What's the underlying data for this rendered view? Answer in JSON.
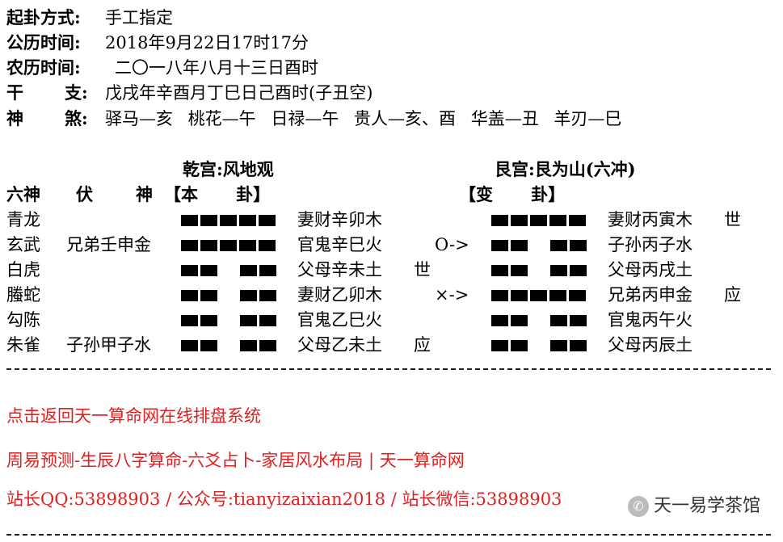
{
  "header": {
    "method_label": "起卦方式:",
    "method_value": "手工指定",
    "solar_label": "公历时间:",
    "solar_value": "2018年9月22日17时17分",
    "lunar_label": "农历时间:",
    "lunar_value": "二〇一八年八月十三日酉时",
    "ganzhi_label_a": "干",
    "ganzhi_label_b": "支:",
    "ganzhi_value": "戊戌年辛酉月丁巳日己酉时(子丑空)",
    "shensha_label_a": "神",
    "shensha_label_b": "煞:",
    "shensha_value": "驿马—亥 桃花—午 日禄—午 贵人—亥、酉 华盖—丑 羊刃—巳"
  },
  "gua": {
    "ben_title": "乾宫:风地观",
    "bian_title": "艮宫:艮为山(六冲)",
    "col_liushen": "六神",
    "col_fu": "伏",
    "col_shen": "神",
    "col_ben": "【本 卦】",
    "col_bian": "【变 卦】"
  },
  "rows": [
    {
      "liushen": "青龙",
      "fushen": "",
      "ben_yao": "yang",
      "ben_label": "妻财辛卯木",
      "ben_mark": "",
      "change": "",
      "bian_yao": "yang",
      "bian_label": "妻财丙寅木",
      "bian_mark": "世"
    },
    {
      "liushen": "玄武",
      "fushen": "兄弟壬申金",
      "ben_yao": "yang",
      "ben_label": "官鬼辛巳火",
      "ben_mark": "",
      "change": "O->",
      "bian_yao": "yin",
      "bian_label": "子孙丙子水",
      "bian_mark": ""
    },
    {
      "liushen": "白虎",
      "fushen": "",
      "ben_yao": "yin",
      "ben_label": "父母辛未土",
      "ben_mark": "世",
      "change": "",
      "bian_yao": "yin",
      "bian_label": "父母丙戌土",
      "bian_mark": ""
    },
    {
      "liushen": "螣蛇",
      "fushen": "",
      "ben_yao": "yin",
      "ben_label": "妻财乙卯木",
      "ben_mark": "",
      "change": "×->",
      "bian_yao": "yang",
      "bian_label": "兄弟丙申金",
      "bian_mark": "应"
    },
    {
      "liushen": "勾陈",
      "fushen": "",
      "ben_yao": "yin",
      "ben_label": "官鬼乙巳火",
      "ben_mark": "",
      "change": "",
      "bian_yao": "yin",
      "bian_label": "官鬼丙午火",
      "bian_mark": ""
    },
    {
      "liushen": "朱雀",
      "fushen": "子孙甲子水",
      "ben_yao": "yin",
      "ben_label": "父母乙未土",
      "ben_mark": "应",
      "change": "",
      "bian_yao": "yin",
      "bian_label": "父母丙辰土",
      "bian_mark": ""
    }
  ],
  "links": {
    "back": "点击返回天一算命网在线排盘系统",
    "services": "周易预测-生辰八字算命-六爻占卜-家居风水布局 | 天一算命网",
    "contact": "站长QQ:53898903 / 公众号:tianyizaixian2018 / 站长微信:53898903"
  },
  "watermark": {
    "text": "天一易学茶馆",
    "icon": "wechat-icon"
  }
}
